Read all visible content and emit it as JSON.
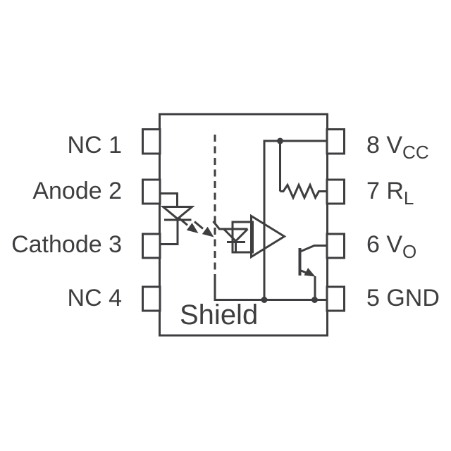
{
  "package": {
    "type_note": "8-pin DIP optocoupler internal diagram",
    "left_pins": [
      {
        "label": "NC 1"
      },
      {
        "label": "Anode 2"
      },
      {
        "label": "Cathode 3"
      },
      {
        "label": "NC 4"
      }
    ],
    "right_pins": [
      {
        "prefix": "8 V",
        "sub": "CC"
      },
      {
        "prefix": "7 R",
        "sub": "L"
      },
      {
        "prefix": "6 V",
        "sub": "O"
      },
      {
        "prefix": "5 GND",
        "sub": ""
      }
    ],
    "shield_label": "Shield"
  },
  "colors": {
    "line": "#3e3e40",
    "background": "#ffffff"
  }
}
